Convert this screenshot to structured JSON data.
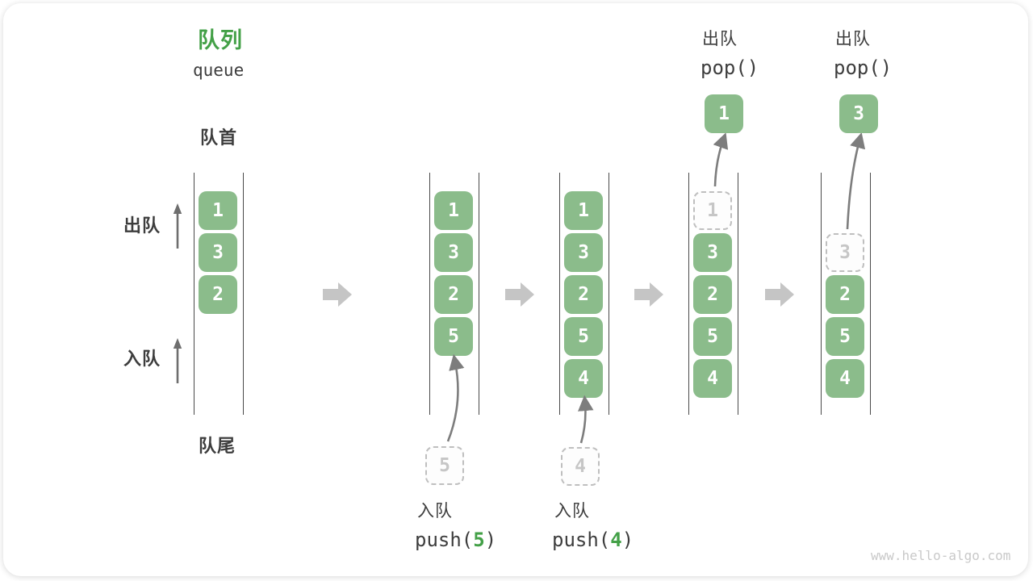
{
  "diagram": {
    "title_zh": "队列",
    "title_en": "queue",
    "front_label": "队首",
    "rear_label": "队尾",
    "dequeue_side_label": "出队",
    "enqueue_side_label": "入队",
    "watermark": "www.hello-algo.com"
  },
  "colors": {
    "accent_green": "#43a047",
    "box_green": "#8bbc8b",
    "box_text": "#ffffff",
    "text_dark": "#3d3d3d",
    "dashed_border": "#bfbfbf",
    "dashed_text": "#c6c6c6",
    "block_arrow_gray": "#c5c5c5",
    "thin_arrow_gray": "#7d7d7d",
    "wall_gray": "#4a4a4a",
    "watermark_gray": "#c9c9c9"
  },
  "queue_states": [
    {
      "boxes": [
        {
          "slot": 1,
          "value": "1",
          "variant": "solid"
        },
        {
          "slot": 2,
          "value": "3",
          "variant": "solid"
        },
        {
          "slot": 3,
          "value": "2",
          "variant": "solid"
        }
      ]
    },
    {
      "boxes": [
        {
          "slot": 1,
          "value": "1",
          "variant": "solid"
        },
        {
          "slot": 2,
          "value": "3",
          "variant": "solid"
        },
        {
          "slot": 3,
          "value": "2",
          "variant": "solid"
        },
        {
          "slot": 4,
          "value": "5",
          "variant": "solid"
        }
      ]
    },
    {
      "boxes": [
        {
          "slot": 1,
          "value": "1",
          "variant": "solid"
        },
        {
          "slot": 2,
          "value": "3",
          "variant": "solid"
        },
        {
          "slot": 3,
          "value": "2",
          "variant": "solid"
        },
        {
          "slot": 4,
          "value": "5",
          "variant": "solid"
        },
        {
          "slot": 5,
          "value": "4",
          "variant": "solid"
        }
      ]
    },
    {
      "boxes": [
        {
          "slot": 1,
          "value": "1",
          "variant": "dashed"
        },
        {
          "slot": 2,
          "value": "3",
          "variant": "solid"
        },
        {
          "slot": 3,
          "value": "2",
          "variant": "solid"
        },
        {
          "slot": 4,
          "value": "5",
          "variant": "solid"
        },
        {
          "slot": 5,
          "value": "4",
          "variant": "solid"
        }
      ]
    },
    {
      "boxes": [
        {
          "slot": 2,
          "value": "3",
          "variant": "dashed"
        },
        {
          "slot": 3,
          "value": "2",
          "variant": "solid"
        },
        {
          "slot": 4,
          "value": "5",
          "variant": "solid"
        },
        {
          "slot": 5,
          "value": "4",
          "variant": "solid"
        }
      ]
    }
  ],
  "push_ops": [
    {
      "label": "入队",
      "fn": "push(",
      "arg": "5",
      "close": ")",
      "staged_value": "5"
    },
    {
      "label": "入队",
      "fn": "push(",
      "arg": "4",
      "close": ")",
      "staged_value": "4"
    }
  ],
  "pop_ops": [
    {
      "label": "出队",
      "code": "pop()",
      "value": "1"
    },
    {
      "label": "出队",
      "code": "pop()",
      "value": "3"
    }
  ]
}
